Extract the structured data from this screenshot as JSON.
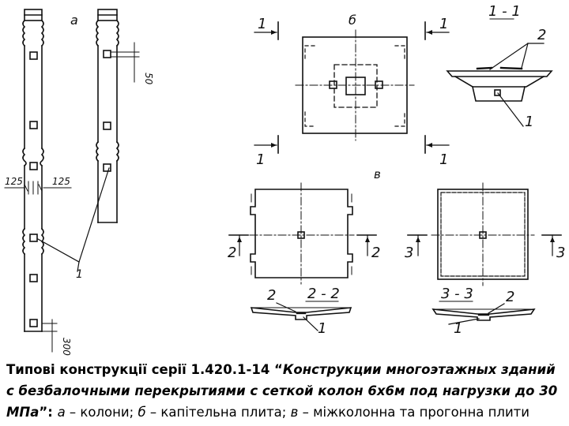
{
  "labels": {
    "part_a": "а",
    "part_b": "б",
    "part_v": "в",
    "dim_125_left": "125",
    "dim_125_right": "125",
    "dim_50": "50",
    "dim_300": "300",
    "leader_1_a": "1",
    "sec1_top_left": "1",
    "sec1_top_right": "1",
    "sec1_bottom_left": "1",
    "sec1_bottom_right": "1",
    "section_1_1_title": "1 - 1",
    "section_1_1_label_2": "2",
    "section_1_1_label_1": "1",
    "sec2_left": "2",
    "sec2_right": "2",
    "sec3_left": "3",
    "sec3_right": "3",
    "section_2_2_title": "2 - 2",
    "section_2_2_label_2": "2",
    "section_2_2_label_1": "1",
    "section_3_3_title": "3 - 3",
    "section_3_3_label_2": "2",
    "section_3_3_label_1": "1"
  },
  "caption": {
    "bold_lead": "Типові конструкції серії 1.420.1-14 “",
    "bold_italic_title": "Конструкции многоэтажных зданий с безбалочными перекрытиями с сеткой колон 6х6м под нагрузки до 30 МПа",
    "bold_tail": "”: ",
    "a_letter": "а",
    "a_text": " – колони; ",
    "b_letter": "б",
    "b_text": " – капітельна плита; ",
    "v_letter": "в",
    "v_text": " – міжколонна та прогонна плити"
  }
}
